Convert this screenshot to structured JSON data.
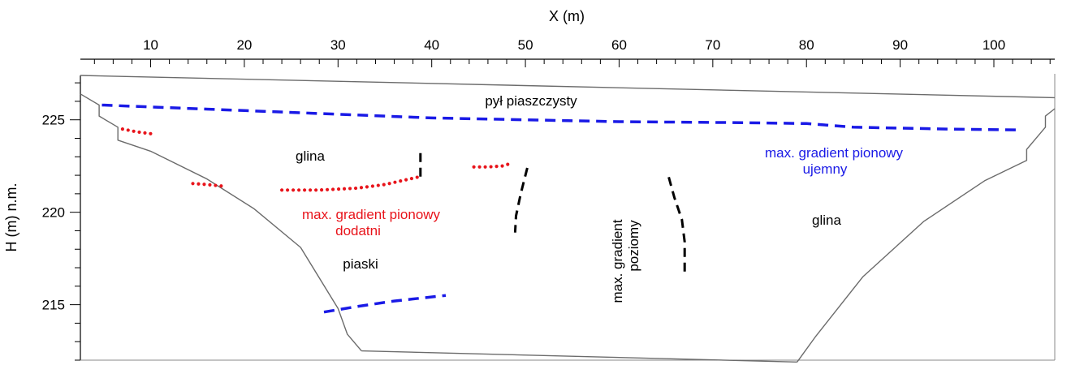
{
  "figure": {
    "x_axis": {
      "label": "X (m)",
      "range": [
        2.5,
        106.5
      ],
      "major_ticks": [
        10,
        20,
        30,
        40,
        50,
        60,
        70,
        80,
        90,
        100
      ],
      "major_labels": [
        "10",
        "20",
        "30",
        "40",
        "50",
        "60",
        "70",
        "80",
        "90",
        "100"
      ],
      "minor_step": 2
    },
    "y_axis": {
      "label": "H (m) n.m.",
      "range": [
        212.0,
        227.4
      ],
      "major_ticks": [
        215,
        220,
        225
      ],
      "major_labels": [
        "215",
        "220",
        "225"
      ],
      "minor_step": 1
    },
    "colors": {
      "positive": "#e8141b",
      "negative": "#1a1ae6",
      "horizontal": "#000000",
      "boundary": "#6b6b6b"
    },
    "layers": {
      "top_label": "pył piaszczysty",
      "clay_left": "glina",
      "clay_right": "glina",
      "sand": "piaski"
    },
    "annotations": {
      "positive_line1": "max. gradient pionowy",
      "positive_line2": "dodatni",
      "negative_line1": "max. gradient pionowy",
      "negative_line2": "ujemny",
      "horizontal_line1": "max. gradient",
      "horizontal_line2": "poziomy"
    },
    "boundaries": {
      "surface_top": [
        [
          2.5,
          227.4
        ],
        [
          106.5,
          226.2
        ]
      ],
      "left_slope": [
        [
          2.5,
          226.4
        ],
        [
          4.5,
          225.8
        ],
        [
          4.5,
          225.2
        ],
        [
          6.5,
          224.6
        ],
        [
          6.5,
          223.9
        ],
        [
          10,
          223.3
        ],
        [
          16,
          221.8
        ],
        [
          21,
          220.2
        ],
        [
          26,
          218.1
        ],
        [
          30,
          214.8
        ],
        [
          31,
          213.4
        ],
        [
          32.5,
          212.5
        ]
      ],
      "bottom": [
        [
          32.5,
          212.5
        ],
        [
          79,
          211.9
        ]
      ],
      "right_slope": [
        [
          79,
          211.9
        ],
        [
          81,
          213.3
        ],
        [
          86,
          216.5
        ],
        [
          92.5,
          219.5
        ],
        [
          99,
          221.7
        ],
        [
          103.5,
          222.8
        ],
        [
          103.5,
          223.4
        ],
        [
          105.5,
          224.6
        ],
        [
          105.5,
          225.2
        ],
        [
          106.5,
          225.6
        ]
      ]
    },
    "gradient_lines": {
      "negative": [
        [
          [
            4.8,
            225.8
          ],
          [
            20,
            225.5
          ],
          [
            40,
            225.1
          ],
          [
            60,
            224.9
          ],
          [
            72,
            224.85
          ],
          [
            80,
            224.8
          ],
          [
            85,
            224.6
          ],
          [
            95,
            224.5
          ],
          [
            103,
            224.45
          ]
        ],
        [
          [
            28.5,
            214.6
          ],
          [
            32,
            214.9
          ],
          [
            36,
            215.2
          ],
          [
            41.5,
            215.5
          ]
        ]
      ],
      "positive": [
        [
          [
            7,
            224.5
          ],
          [
            8.5,
            224.35
          ],
          [
            10,
            224.25
          ]
        ],
        [
          [
            14.5,
            221.55
          ],
          [
            16,
            221.5
          ],
          [
            18,
            221.4
          ]
        ],
        [
          [
            24,
            221.2
          ],
          [
            28,
            221.2
          ],
          [
            32,
            221.3
          ],
          [
            35,
            221.5
          ],
          [
            38.5,
            221.9
          ]
        ],
        [
          [
            44.5,
            222.45
          ],
          [
            46,
            222.45
          ],
          [
            47.5,
            222.5
          ],
          [
            48.5,
            222.65
          ]
        ]
      ],
      "horizontal": [
        [
          [
            38.8,
            223.2
          ],
          [
            38.8,
            221.7
          ]
        ],
        [
          [
            50.2,
            222.4
          ],
          [
            49.5,
            221.0
          ],
          [
            49.0,
            219.8
          ],
          [
            48.9,
            218.9
          ]
        ],
        [
          [
            65.3,
            221.9
          ],
          [
            65.9,
            220.8
          ],
          [
            66.7,
            219.6
          ],
          [
            67.0,
            218.4
          ],
          [
            67.0,
            216.5
          ]
        ]
      ]
    }
  }
}
